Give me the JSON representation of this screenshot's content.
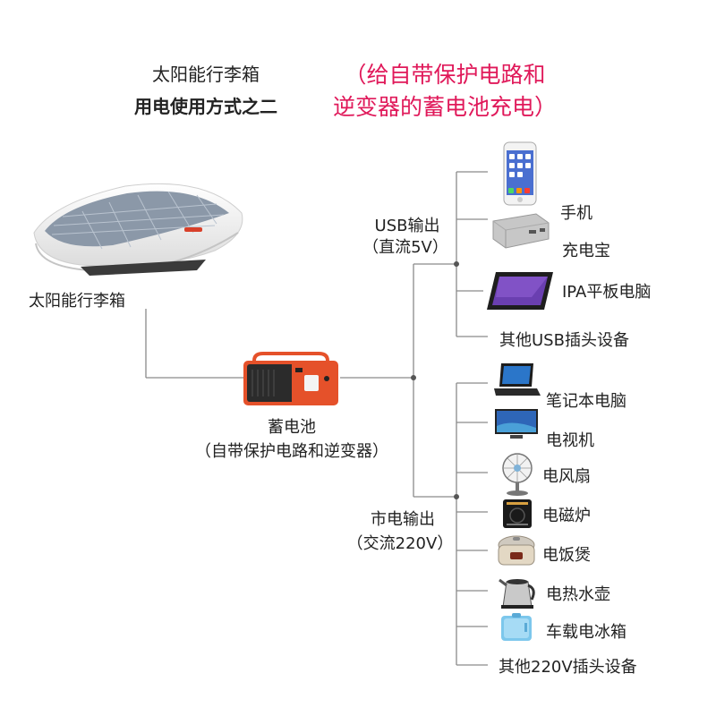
{
  "header": {
    "title_line1": "太阳能行李箱",
    "title_line2": "用电使用方式之二",
    "note_line1": "（给自带保护电路和",
    "note_line2": "逆变器的蓄电池充电）"
  },
  "source": {
    "label": "太阳能行李箱"
  },
  "battery": {
    "label": "蓄电池",
    "sublabel": "（自带保护电路和逆变器）"
  },
  "usb_output": {
    "label": "USB输出",
    "sublabel": "（直流5V）",
    "devices": [
      {
        "label": "",
        "icon": "smartphone-icon"
      },
      {
        "label": "手机",
        "icon": ""
      },
      {
        "label": "充电宝",
        "icon": "power-bank-icon"
      },
      {
        "label": "IPA平板电脑",
        "icon": "tablet-icon"
      },
      {
        "label": "其他USB插头设备",
        "icon": ""
      }
    ]
  },
  "ac_output": {
    "label": "市电输出",
    "sublabel": "（交流220V）",
    "devices": [
      {
        "label": "笔记本电脑",
        "icon": "laptop-icon"
      },
      {
        "label": "电视机",
        "icon": "tv-icon"
      },
      {
        "label": "电风扇",
        "icon": "fan-icon"
      },
      {
        "label": "电磁炉",
        "icon": "induction-cooker-icon"
      },
      {
        "label": "电饭煲",
        "icon": "rice-cooker-icon"
      },
      {
        "label": "电热水壶",
        "icon": "kettle-icon"
      },
      {
        "label": "车载电冰箱",
        "icon": "car-fridge-icon"
      },
      {
        "label": "其他220V插头设备",
        "icon": ""
      }
    ]
  },
  "colors": {
    "accent": "#e0195a",
    "line": "#888888",
    "battery_orange": "#e5512a"
  }
}
